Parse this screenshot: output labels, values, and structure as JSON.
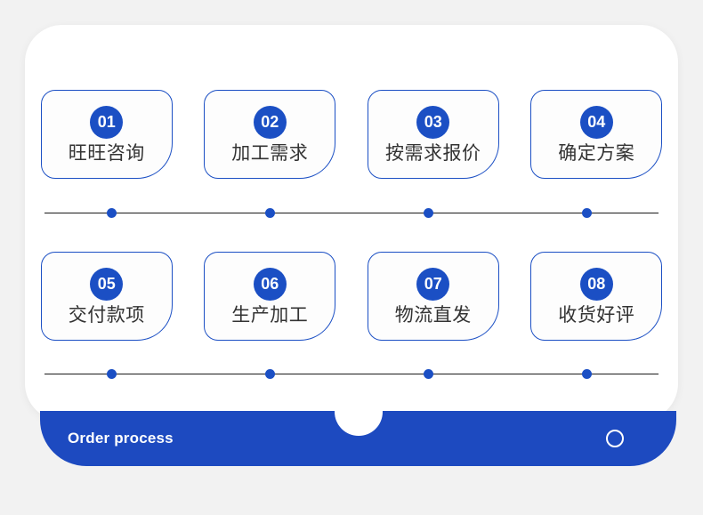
{
  "panel": {
    "background_color": "#ffffff",
    "page_background_color": "#f2f2f2"
  },
  "theme": {
    "accent_blue": "#1b4fc4",
    "footer_blue": "#1d4ac0",
    "label_text_color": "#333333",
    "line_color": "#1a1a1a"
  },
  "steps": [
    {
      "number": "01",
      "label": "旺旺咨询"
    },
    {
      "number": "02",
      "label": "加工需求"
    },
    {
      "number": "03",
      "label": "按需求报价"
    },
    {
      "number": "04",
      "label": "确定方案"
    },
    {
      "number": "05",
      "label": "交付款项"
    },
    {
      "number": "06",
      "label": "生产加工"
    },
    {
      "number": "07",
      "label": "物流直发"
    },
    {
      "number": "08",
      "label": "收货好评"
    }
  ],
  "footer": {
    "title": "Order process",
    "icon": "circle-outline-icon"
  }
}
